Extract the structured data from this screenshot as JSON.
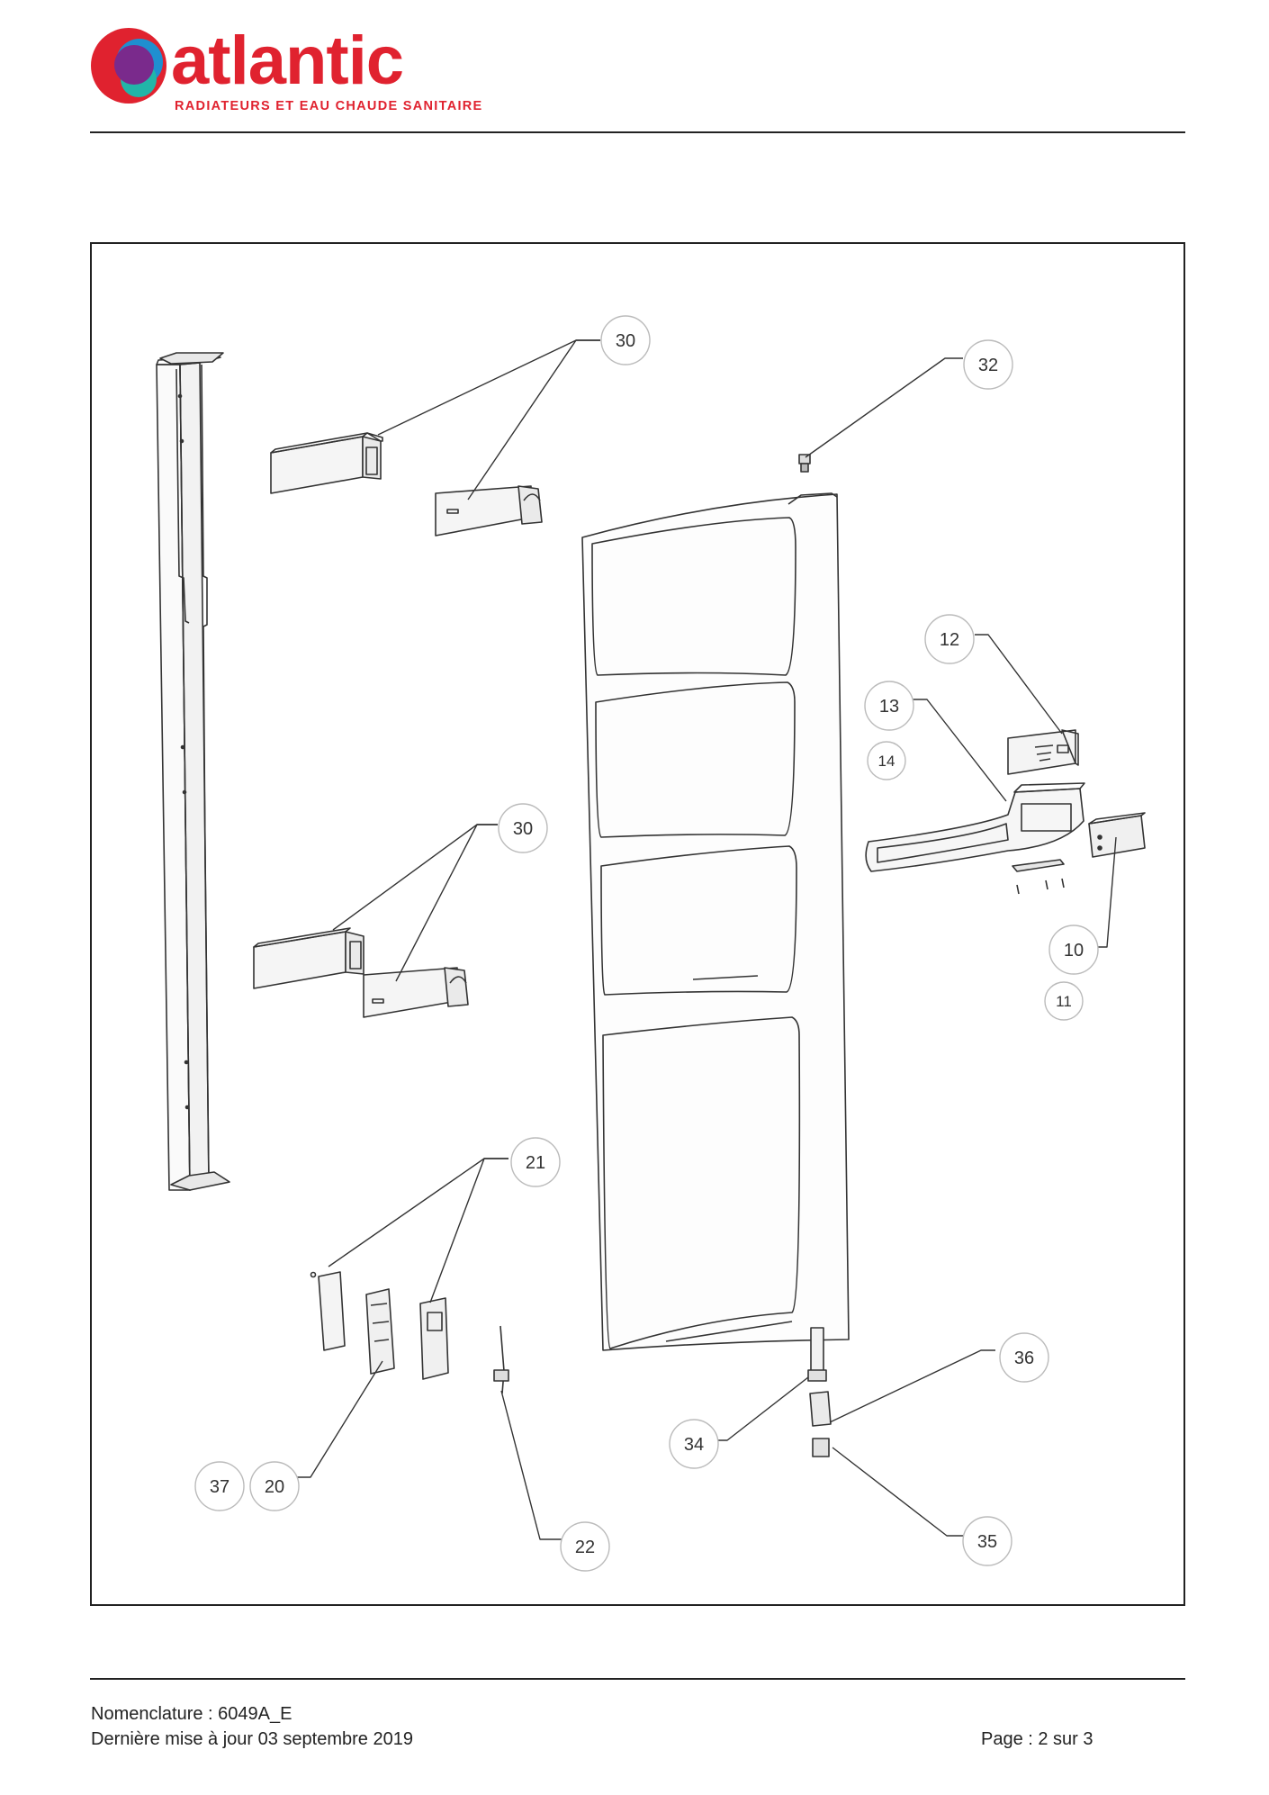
{
  "header": {
    "brand_name": "atlantic",
    "tagline": "RADIATEURS ET EAU CHAUDE SANITAIRE",
    "colors": {
      "brand_red": "#e0222f",
      "logo_purple": "#7a2a8c",
      "logo_blue": "#1f8fd0",
      "logo_teal": "#22b5a8"
    }
  },
  "diagram": {
    "callouts": [
      {
        "label": "30"
      },
      {
        "label": "32"
      },
      {
        "label": "12"
      },
      {
        "label": "13"
      },
      {
        "label": "14"
      },
      {
        "label": "30"
      },
      {
        "label": "10"
      },
      {
        "label": "11"
      },
      {
        "label": "21"
      },
      {
        "label": "36"
      },
      {
        "label": "34"
      },
      {
        "label": "37"
      },
      {
        "label": "20"
      },
      {
        "label": "22"
      },
      {
        "label": "35"
      }
    ]
  },
  "footer": {
    "reference": "Nomenclature : 6049A_E",
    "last_update": "Dernière mise à jour 03 septembre 2019",
    "page": "Page : 2 sur 3"
  }
}
